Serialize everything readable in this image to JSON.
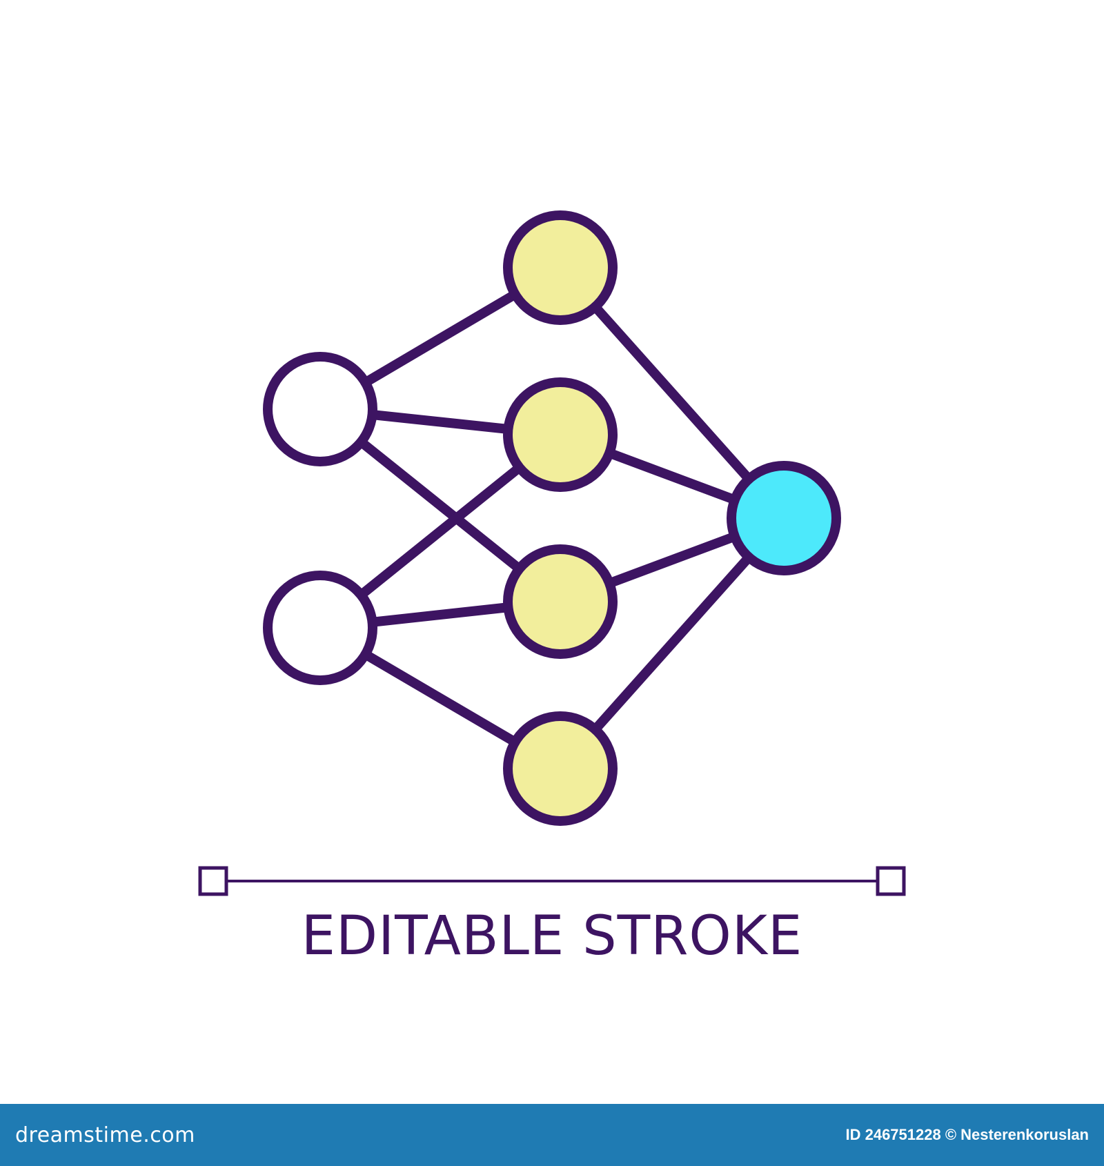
{
  "icon": {
    "name": "neural-network",
    "colors": {
      "stroke": "#3d1462",
      "input_fill": "#ffffff",
      "hidden_fill": "#f2ee9c",
      "output_fill": "#4de9fb"
    },
    "layers": {
      "input": 2,
      "hidden": 4,
      "output": 1
    },
    "connections": [
      [
        "input-1",
        "hidden-1"
      ],
      [
        "input-1",
        "hidden-2"
      ],
      [
        "input-1",
        "hidden-3"
      ],
      [
        "input-2",
        "hidden-2"
      ],
      [
        "input-2",
        "hidden-3"
      ],
      [
        "input-2",
        "hidden-4"
      ],
      [
        "hidden-1",
        "output-1"
      ],
      [
        "hidden-2",
        "output-1"
      ],
      [
        "hidden-3",
        "output-1"
      ],
      [
        "hidden-4",
        "output-1"
      ]
    ]
  },
  "caption": {
    "text": "EDITABLE STROKE",
    "color": "#3d1462"
  },
  "footer": {
    "brand": "dreamstime.com",
    "credit": "ID 246751228 © Nesterenkoruslan",
    "background": "#1f7bb3"
  }
}
